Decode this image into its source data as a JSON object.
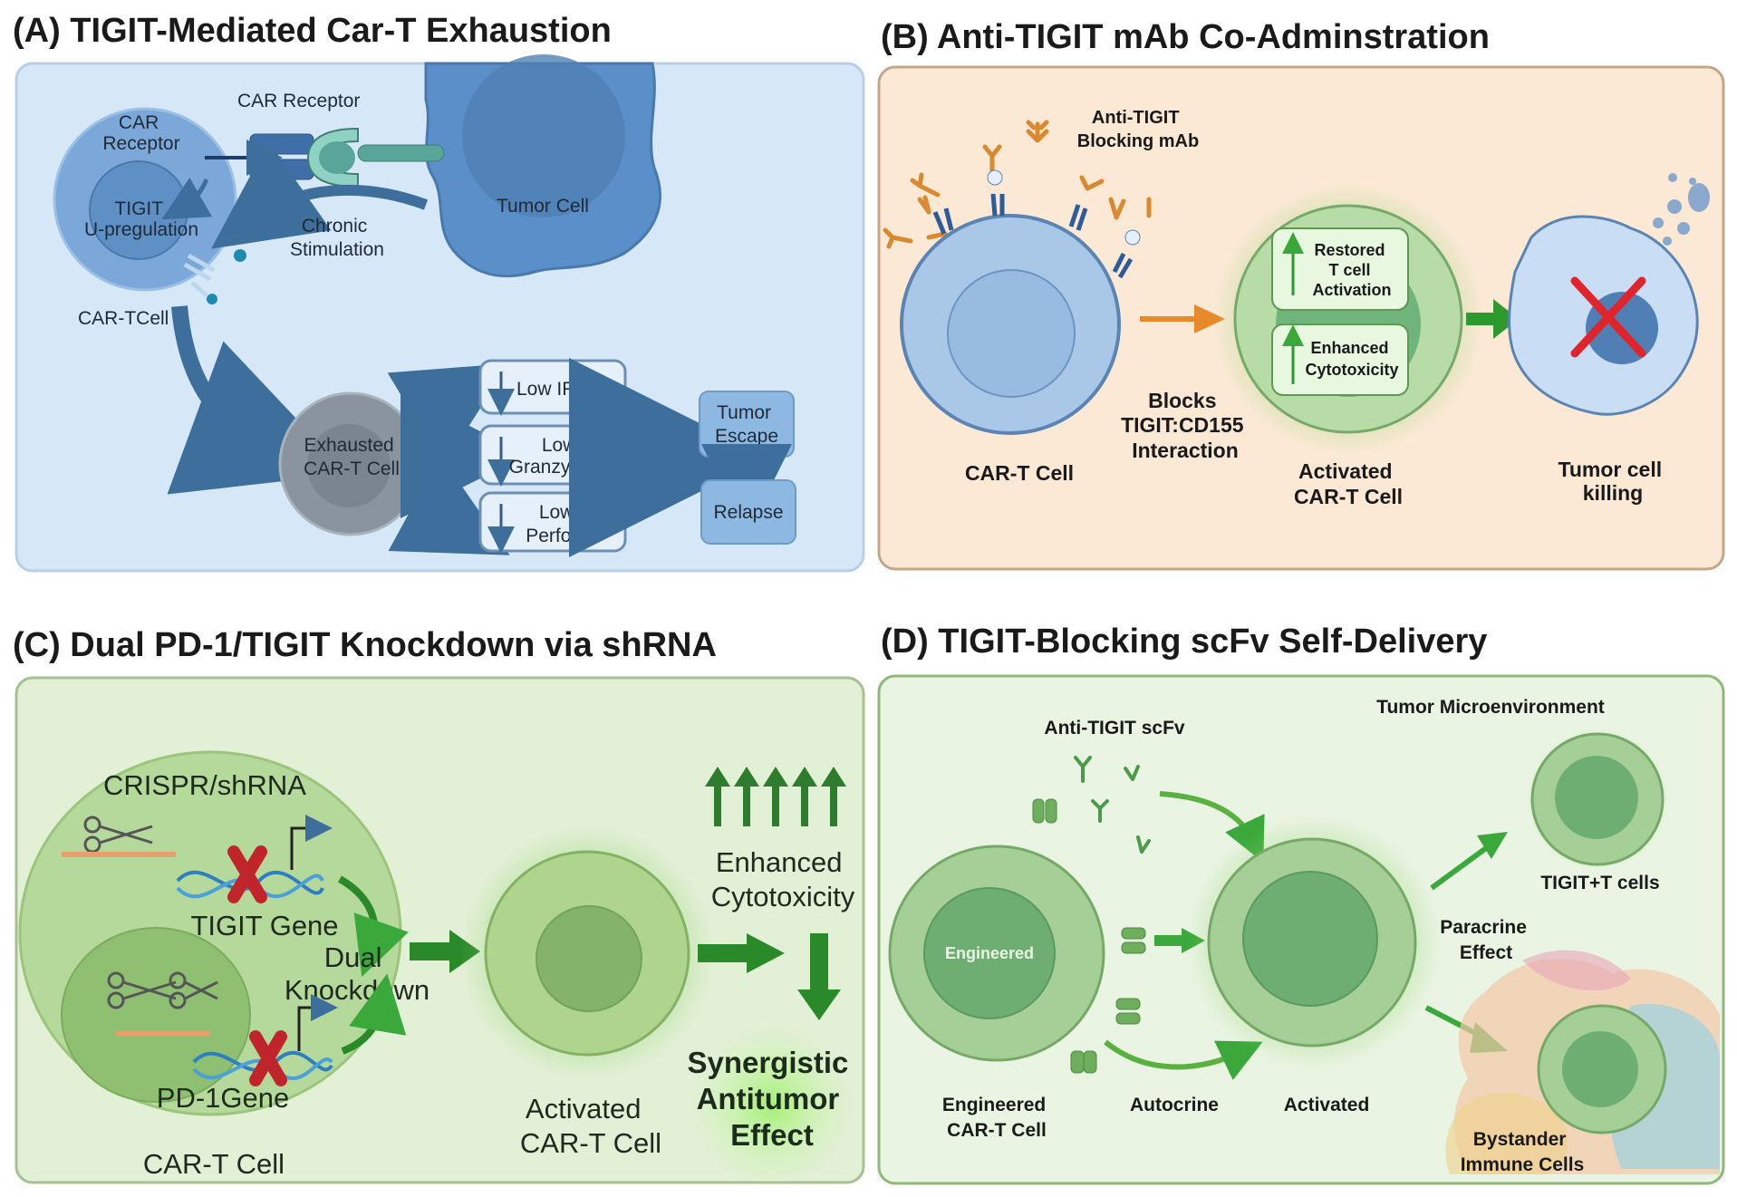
{
  "panels": {
    "a": {
      "title": "(A) TIGIT-Mediated Car-T Exhaustion",
      "car_receptor_inner": [
        "CAR",
        "Receptor"
      ],
      "car_receptor_top": "CAR Receptor",
      "tigit_label": [
        "TIGIT",
        "U-pregulation"
      ],
      "chronic_label": [
        "Chronic",
        "Stimulation"
      ],
      "tumor_cell": "Tumor Cell",
      "cart_cell": "CAR-TCell",
      "exhausted": [
        "Exhausted",
        "CAR-T Cell"
      ],
      "low_ifn": "Low IFN-Y",
      "low_granzyme": [
        "Low",
        "Granzyme B"
      ],
      "low_perforin": [
        "Low",
        "Perforin"
      ],
      "tumor_escape": [
        "Tumor",
        "Escape"
      ],
      "relapse": "Relapse"
    },
    "b": {
      "title": "(B) Anti-TIGIT mAb Co-Adminstration",
      "mab_label": [
        "Anti-TIGIT",
        "Blocking mAb"
      ],
      "cart_cell": "CAR-T Cell",
      "blocks": [
        "Blocks",
        "TIGIT:CD155",
        "Interaction"
      ],
      "restored": [
        "Restored",
        "T cell",
        "Activation"
      ],
      "enhanced": [
        "Enhanced",
        "Cytotoxicity"
      ],
      "activated": [
        "Activated",
        "CAR-T Cell"
      ],
      "killing": [
        "Tumor cell",
        "killing"
      ]
    },
    "c": {
      "title": "(C) Dual PD-1/TIGIT Knockdown via shRNA",
      "crispr": "CRISPR/shRNA",
      "tigit_gene": "TIGIT Gene",
      "dual": [
        "Dual",
        "Knockdown"
      ],
      "pd1_gene": "PD-1Gene",
      "cart_cell": "CAR-T Cell",
      "activated": [
        "Activated",
        "CAR-T Cell"
      ],
      "enhanced": [
        "Enhanced",
        "Cytotoxicity"
      ],
      "synergistic": [
        "Synergistic",
        "Antitumor",
        "Effect"
      ]
    },
    "d": {
      "title": "(D) TIGIT-Blocking scFv Self-Delivery",
      "scfv": "Anti-TIGIT scFv",
      "tme": "Tumor Microenvironment",
      "tigit_t": "TIGIT+T cells",
      "paracrine": [
        "Paracrine",
        "Effect"
      ],
      "engineered_inner": "Engineered",
      "engineered": [
        "Engineered",
        "CAR-T Cell"
      ],
      "autocrine": "Autocrine",
      "activated": "Activated",
      "bystander": [
        "Bystander",
        "Immune Cells"
      ]
    }
  },
  "colors": {
    "panel_a_bg": "#d6e8f7",
    "panel_b_bg": "#fbe9d6",
    "panel_c_bg": "#e2f0d6",
    "panel_d_bg": "#e9f4e2",
    "blue_arrow": "#3d6e9c",
    "orange_arrow": "#e8892a",
    "green_arrow": "#2d9a2d",
    "red_x": "#e0242c"
  }
}
